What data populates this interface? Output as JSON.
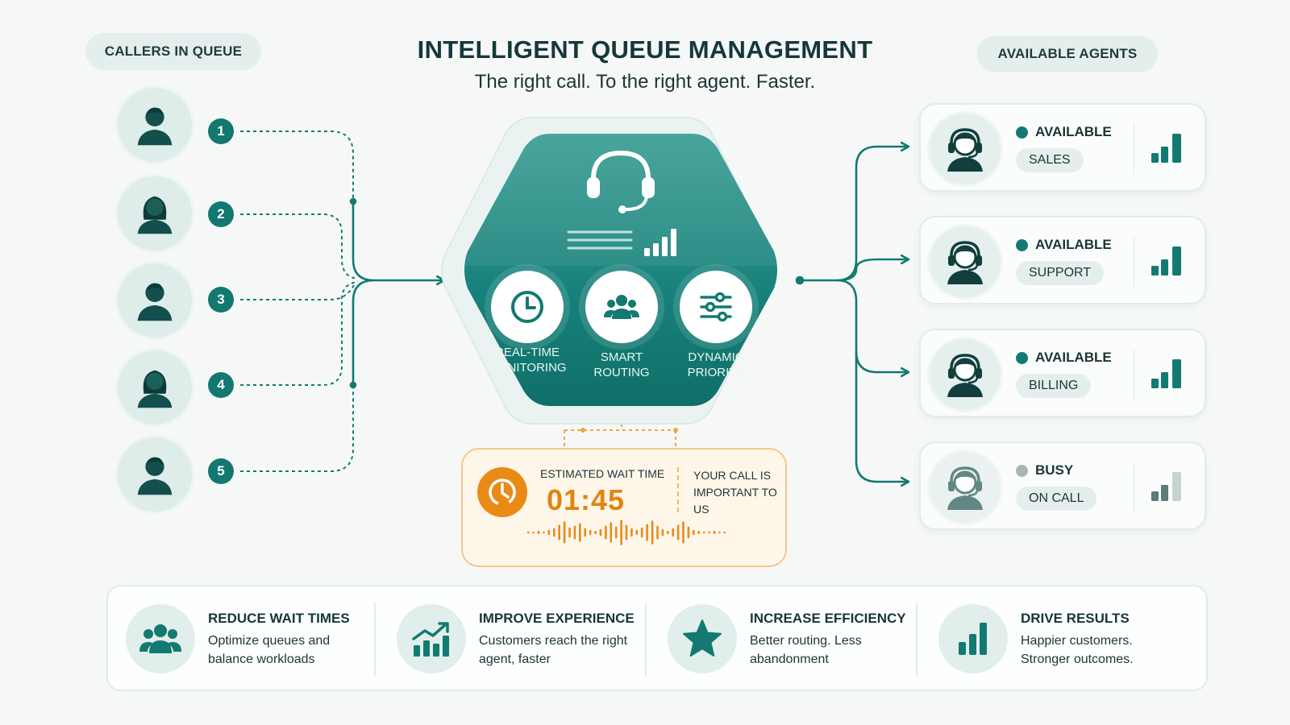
{
  "header": {
    "title": "INTELLIGENT QUEUE MANAGEMENT",
    "subtitle": "The right call. To the right agent. Faster."
  },
  "callers": {
    "label": "CALLERS IN QUEUE",
    "items": [
      {
        "number": "1",
        "icon": "male-caller-icon"
      },
      {
        "number": "2",
        "icon": "female-caller-icon"
      },
      {
        "number": "3",
        "icon": "male-caller-icon"
      },
      {
        "number": "4",
        "icon": "female-caller-icon"
      },
      {
        "number": "5",
        "icon": "male-caller-icon"
      }
    ]
  },
  "hub": {
    "icon": "headset-icon",
    "features": [
      {
        "label": "REAL-TIME\nMONITORING",
        "icon": "clock-icon"
      },
      {
        "label": "SMART\nROUTING",
        "icon": "team-icon"
      },
      {
        "label": "DYNAMIC\nPRIORITY",
        "icon": "sliders-icon"
      }
    ]
  },
  "wait": {
    "label": "ESTIMATED WAIT TIME",
    "time": "01:45",
    "message": "YOUR CALL IS IMPORTANT TO US"
  },
  "agents": {
    "label": "AVAILABLE AGENTS",
    "items": [
      {
        "status": "AVAILABLE",
        "team": "SALES",
        "status_color": "#127a70"
      },
      {
        "status": "AVAILABLE",
        "team": "SUPPORT",
        "status_color": "#127a70"
      },
      {
        "status": "AVAILABLE",
        "team": "BILLING",
        "status_color": "#127a70"
      },
      {
        "status": "BUSY",
        "team": "ON CALL",
        "status_color": "#a9b4b3"
      }
    ]
  },
  "benefits": [
    {
      "title": "REDUCE WAIT TIMES",
      "desc": "Optimize queues and balance workloads",
      "icon": "people-group-icon"
    },
    {
      "title": "IMPROVE EXPERIENCE",
      "desc": "Customers reach the right agent, faster",
      "icon": "trend-up-icon"
    },
    {
      "title": "INCREASE EFFICIENCY",
      "desc": "Better routing. Less abandonment",
      "icon": "star-icon"
    },
    {
      "title": "DRIVE RESULTS",
      "desc": "Happier customers. Stronger outcomes.",
      "icon": "bar-chart-icon"
    }
  ],
  "colors": {
    "teal": "#127a70",
    "orange": "#e98a17",
    "background": "#f6f8f7"
  }
}
